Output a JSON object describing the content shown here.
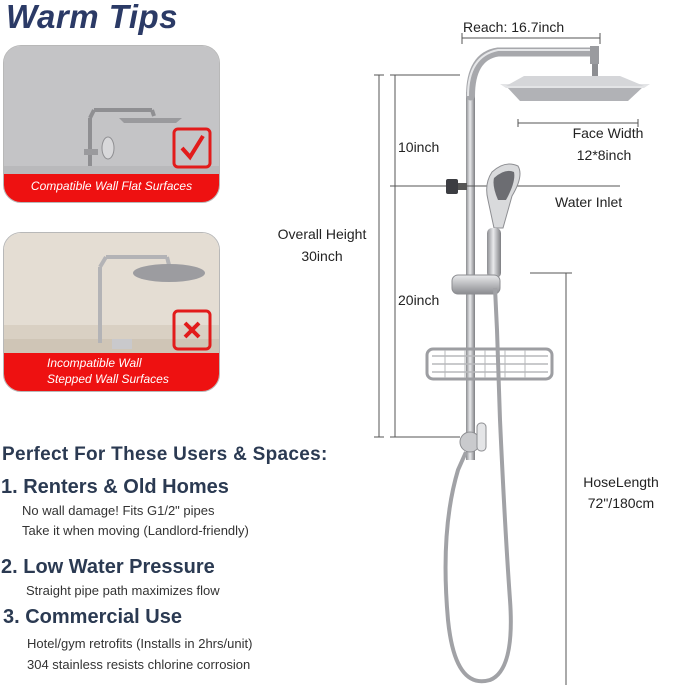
{
  "title": "Warm Tips",
  "cards": [
    {
      "label": "Compatible Wall Flat Surfaces",
      "mark": "check-icon"
    },
    {
      "label_line1": "Incompatible Wall",
      "label_line2": "Stepped Wall Surfaces",
      "mark": "cross-icon"
    }
  ],
  "users": {
    "heading": "Perfect For These Users & Spaces:",
    "items": [
      {
        "heading": "1. Renters & Old Homes",
        "lines": [
          "No wall damage! Fits G1/2\" pipes",
          "Take it when moving (Landlord-friendly)"
        ]
      },
      {
        "heading": "2. Low Water Pressure",
        "lines": [
          "Straight pipe path maximizes flow"
        ]
      },
      {
        "heading": "3. Commercial Use",
        "lines": [
          "Hotel/gym retrofits (Installs in 2hrs/unit)",
          "304 stainless resists chlorine corrosion"
        ]
      }
    ]
  },
  "dimensions": {
    "reach": "Reach: 16.7inch",
    "face_width_label": "Face Width",
    "face_width_value": "12*8inch",
    "height_top": "10inch",
    "water_inlet": "Water Inlet",
    "overall_height_label": "Overall Height",
    "overall_height_value": "30inch",
    "height_bottom": "20inch",
    "hose_length_label": "HoseLength",
    "hose_length_value": "72\"/180cm"
  },
  "colors": {
    "title": "#2b3a66",
    "banner_red": "#ee1111",
    "text": "#2b3a52",
    "dim_line": "#555555"
  }
}
